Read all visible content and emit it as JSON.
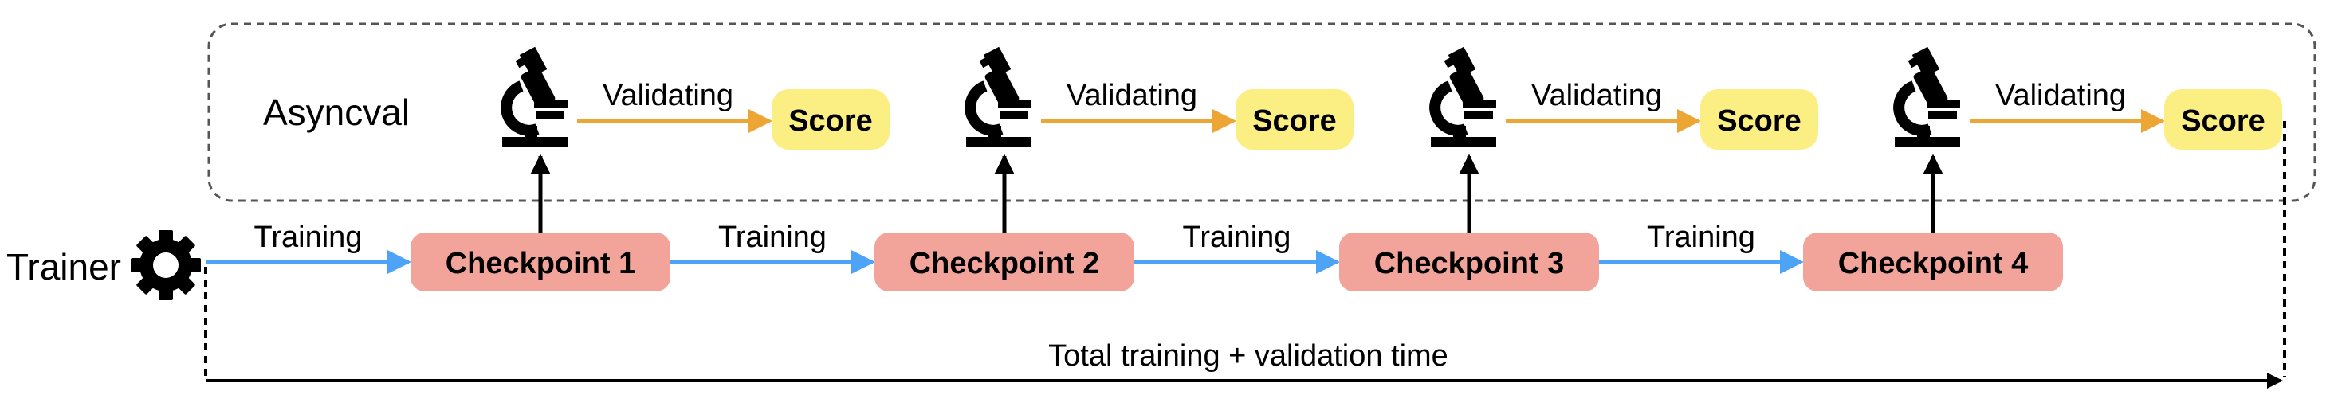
{
  "group_label": "Asyncval",
  "trainer_label": "Trainer",
  "training_label": "Training",
  "validating_label": "Validating",
  "score_label": "Score",
  "checkpoints": [
    "Checkpoint 1",
    "Checkpoint 2",
    "Checkpoint 3",
    "Checkpoint 4"
  ],
  "timeline_label": "Total training + validation time",
  "icons": {
    "trainer": "gear-icon",
    "validator": "microscope-icon"
  },
  "colors": {
    "checkpoint_fill": "#F2A39A",
    "score_fill": "#FBEF83",
    "training_arrow": "#4DA3F5",
    "validating_arrow": "#EDA634",
    "black": "#000000",
    "group_border": "#555555"
  }
}
